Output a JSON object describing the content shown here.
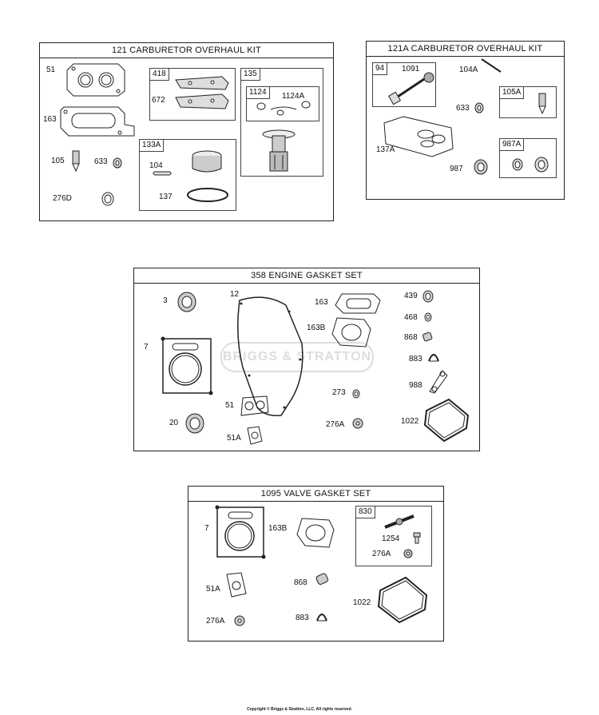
{
  "kit121": {
    "title": "121 CARBURETOR OVERHAUL KIT",
    "labels": {
      "p51": "51",
      "p163": "163",
      "p105": "105",
      "p633": "633",
      "p276d": "276D",
      "p104": "104",
      "p137": "137",
      "p672": "672",
      "p1124a": "1124A"
    },
    "sub418": "418",
    "sub133a": "133A",
    "sub135": "135",
    "sub1124": "1124"
  },
  "kit121a": {
    "title": "121A CARBURETOR OVERHAUL KIT",
    "labels": {
      "p1091": "1091",
      "p104a": "104A",
      "p633": "633",
      "p137a": "137A",
      "p987": "987"
    },
    "sub94": "94",
    "sub105a": "105A",
    "sub987a": "987A"
  },
  "set358": {
    "title": "358 ENGINE GASKET SET",
    "labels": {
      "p3": "3",
      "p12": "12",
      "p163": "163",
      "p439": "439",
      "p468": "468",
      "p163b": "163B",
      "p868": "868",
      "p7": "7",
      "p883": "883",
      "p988": "988",
      "p273": "273",
      "p51": "51",
      "p20": "20",
      "p276a": "276A",
      "p1022": "1022",
      "p51a": "51A"
    }
  },
  "set1095": {
    "title": "1095 VALVE GASKET SET",
    "labels": {
      "p7": "7",
      "p163b": "163B",
      "p1254": "1254",
      "p276a_sub": "276A",
      "p51a": "51A",
      "p868": "868",
      "p1022": "1022",
      "p276a": "276A",
      "p883": "883"
    },
    "sub830": "830"
  },
  "watermark": "BRIGGS & STRATTON",
  "copyright": "Copyright © Briggs & Stratton, LLC. All rights reserved."
}
